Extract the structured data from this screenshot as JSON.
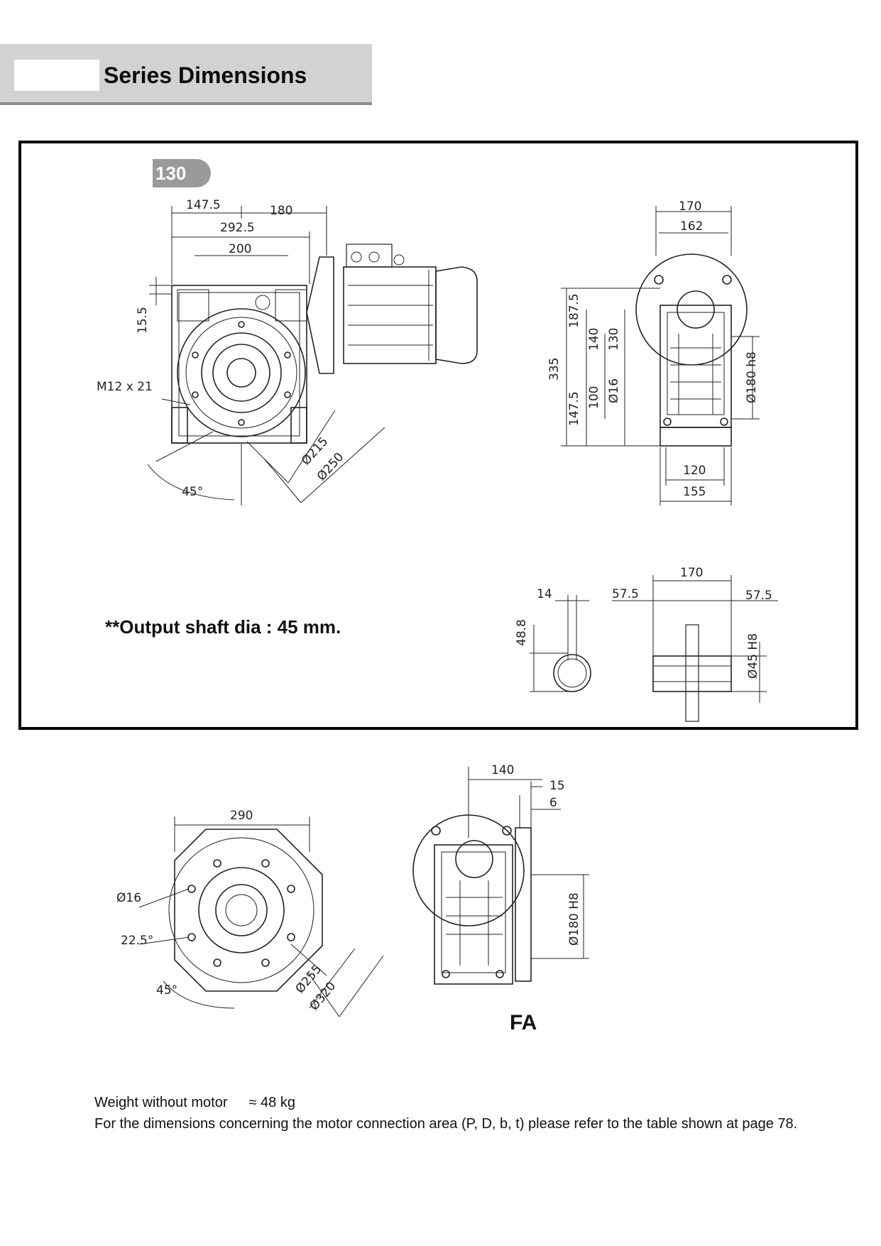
{
  "header": {
    "title": "Series Dimensions"
  },
  "model": {
    "badge": "130"
  },
  "top_side_view": {
    "dims": [
      "147.5",
      "180",
      "292.5",
      "200",
      "15.5",
      "M12 x 21",
      "45°",
      "Ø215",
      "Ø250"
    ]
  },
  "top_end_view": {
    "dims": [
      "170",
      "162",
      "335",
      "187.5",
      "147.5",
      "140",
      "100",
      "130",
      "Ø16",
      "Ø180 h8",
      "120",
      "155"
    ]
  },
  "shaft_views": {
    "dims": [
      "14",
      "48.8",
      "57.5",
      "170",
      "57.5",
      "Ø45 H8"
    ]
  },
  "note": {
    "output_shaft": "**Output shaft dia : 45 mm."
  },
  "flange_front_view": {
    "dims": [
      "290",
      "Ø16",
      "22.5°",
      "45°",
      "Ø255",
      "Ø320"
    ]
  },
  "flange_side_view": {
    "dims": [
      "140",
      "15",
      "6",
      "Ø180 H8"
    ],
    "label": "FA"
  },
  "footer": {
    "weight_label": "Weight without motor",
    "weight_value": "≈ 48 kg",
    "reference": "For the dimensions concerning the motor connection area (P, D, b, t) please refer to the table shown at page 78."
  }
}
